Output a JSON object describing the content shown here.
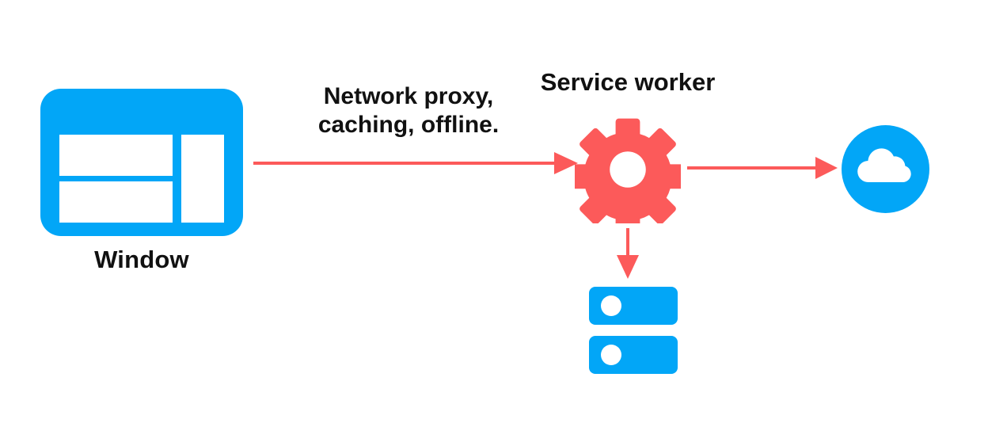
{
  "diagram": {
    "title": "Service worker network proxy architecture",
    "background": "#ffffff",
    "colors": {
      "blue": "#02A6F7",
      "red": "#FC5A5A",
      "text": "#111111",
      "white": "#ffffff"
    }
  },
  "nodes": {
    "window": {
      "label": "Window",
      "icon": "browser-window-icon",
      "color": "#02A6F7"
    },
    "service_worker": {
      "label": "Service worker",
      "icon": "gear-icon",
      "color": "#FC5A5A"
    },
    "cloud": {
      "label": "",
      "icon": "cloud-icon",
      "color": "#02A6F7"
    },
    "cache": {
      "label": "",
      "icon": "server-cache-icon",
      "color": "#02A6F7"
    }
  },
  "edges": {
    "window_to_service_worker": {
      "caption_line_1": "Network proxy,",
      "caption_line_2": "caching, offline.",
      "color": "#FC5A5A",
      "direction": "right"
    },
    "service_worker_to_cloud": {
      "caption": "",
      "color": "#FC5A5A",
      "direction": "right"
    },
    "service_worker_to_cache": {
      "caption": "",
      "color": "#FC5A5A",
      "direction": "down"
    }
  }
}
